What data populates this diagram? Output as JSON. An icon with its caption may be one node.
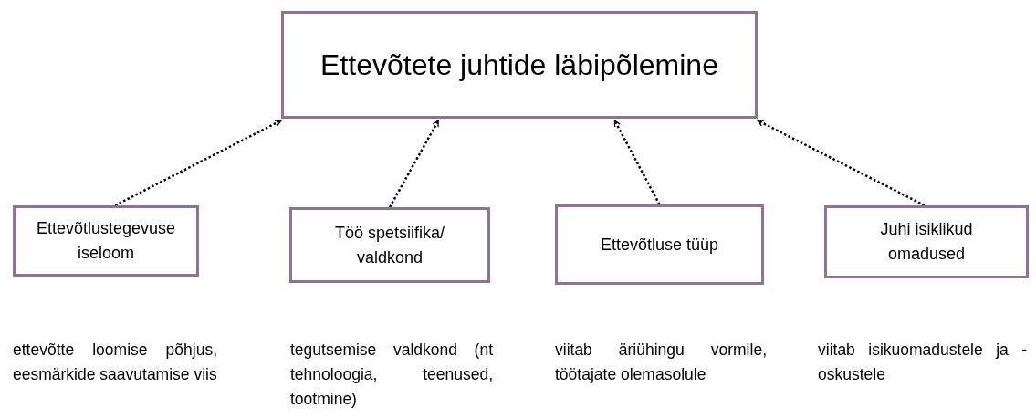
{
  "diagram": {
    "nodes": [
      {
        "text": [
          "Ettevõtete juhtide läbipõlemine"
        ]
      },
      {
        "text": [
          "Ettevõtlustegevuse iseloom"
        ]
      },
      {
        "text": [
          "Töö spetsiifika/ valdkond"
        ]
      },
      {
        "text": [
          "Ettevõtluse tüüp"
        ]
      },
      {
        "text": [
          "Juhi isiklikud omadused"
        ]
      }
    ],
    "edges": [
      {
        "from": 1,
        "to": 0,
        "arrow": "to",
        "style": "dashed"
      },
      {
        "from": 2,
        "to": 0,
        "arrow": "to",
        "style": "dashed"
      },
      {
        "from": 3,
        "to": 0,
        "arrow": "to",
        "style": "dashed"
      },
      {
        "from": 4,
        "to": 0,
        "arrow": "to",
        "style": "dashed"
      }
    ],
    "labels": [
      "ettevõtte loomise põhjus, eesmärkide saavutamise viis",
      "tegutsemise valdkond (nt tehnoloogia, teenused, tootmine)",
      "viitab äriühingu vormile, töötajate olemasolule",
      "viitab isikuomadustele ja -oskustele"
    ]
  }
}
